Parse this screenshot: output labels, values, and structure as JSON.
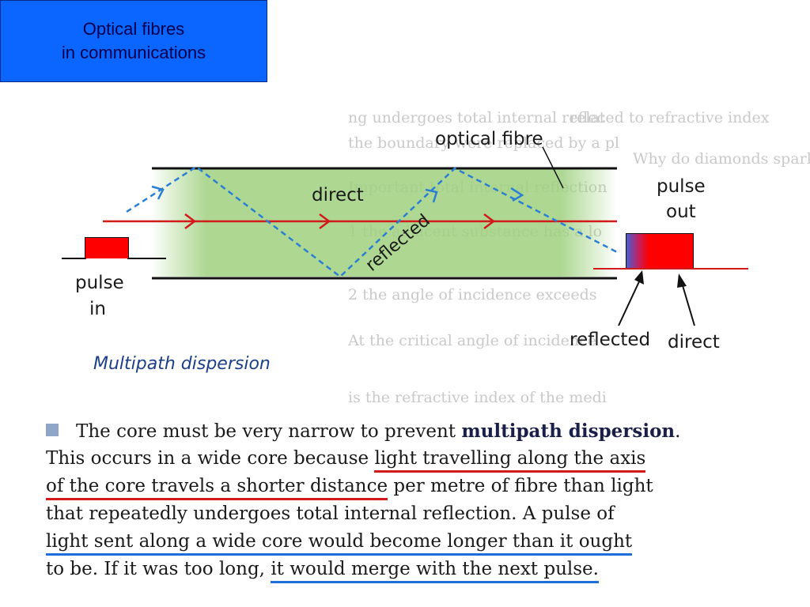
{
  "title": {
    "line1": "Optical fibres",
    "line2": "in communications"
  },
  "diagram": {
    "optical_fibre_label": "optical fibre",
    "direct_label": "direct",
    "reflected_label": "reflected",
    "pulse_in_label": [
      "pulse",
      "in"
    ],
    "pulse_out_label": [
      "pulse",
      "out"
    ],
    "reflected_arrow_label": "reflected",
    "direct_arrow_label": "direct",
    "caption": "Multipath dispersion"
  },
  "text": {
    "line1_a": "The core must be very narrow to prevent ",
    "line1_bold": "multipath dispersion",
    "line1_b": ".",
    "line2_a": "This occurs in a wide core because ",
    "line2_u": "light travelling along the axis",
    "line3_u": "of the core travels a shorter distance",
    "line3_b": " per metre of fibre than light",
    "line4": "that repeatedly undergoes total internal reflection. A pulse of",
    "line5_u": "light sent along a wide core would become longer than it ought",
    "line6_a": "to be. If it was too long, ",
    "line6_u": "it would merge with the next pulse."
  },
  "colors": {
    "title_bg": "#0a66ff",
    "direct_ray": "#d11a1a",
    "reflected_ray": "#2a7fd4",
    "core_fill": "#9fd07f",
    "underline_red": "#d11a1a",
    "underline_blue": "#1e6fd8"
  }
}
